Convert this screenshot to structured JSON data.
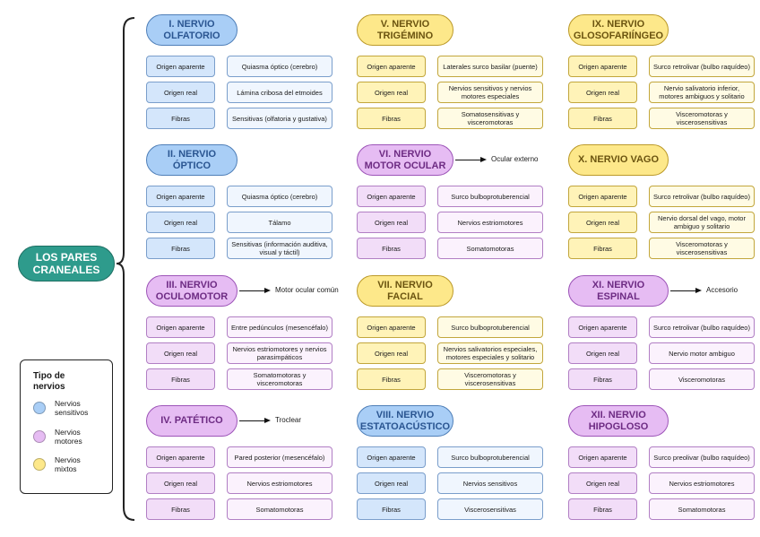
{
  "title": "LOS PARES\nCRANEALES",
  "legend": {
    "title": "Tipo de\nnervios",
    "items": [
      {
        "label": "Nervios\nsensitivos",
        "color": "#a9cef6"
      },
      {
        "label": "Nervios\nmotores",
        "color": "#e6bcf3"
      },
      {
        "label": "Nervios\nmixtos",
        "color": "#fde88a"
      }
    ]
  },
  "row_labels": {
    "origen_aparente": "Origen aparente",
    "origen_real": "Origen real",
    "fibras": "Fibras"
  },
  "nerves": [
    {
      "name": "I. NERVIO\nOLFATORIO",
      "type": "sensitivo",
      "side": "",
      "origen_aparente": "Quiasma óptico (cerebro)",
      "origen_real": "Lámina cribosa del etmoides",
      "fibras": "Sensitivas (olfatoria y gustativa)"
    },
    {
      "name": "II. NERVIO\nÓPTICO",
      "type": "sensitivo",
      "side": "",
      "origen_aparente": "Quiasma óptico (cerebro)",
      "origen_real": "Tálamo",
      "fibras": "Sensitivas (información auditiva, visual y táctil)"
    },
    {
      "name": "III. NERVIO\nOCULOMOTOR",
      "type": "motor",
      "side": "Motor ocular común",
      "origen_aparente": "Entre pedúnculos (mesencéfalo)",
      "origen_real": "Nervios estriomotores y nervios parasimpáticos",
      "fibras": "Somatomotoras y visceromotoras"
    },
    {
      "name": "IV. PATÉTICO",
      "type": "motor",
      "side": "Troclear",
      "origen_aparente": "Pared posterior (mesencéfalo)",
      "origen_real": "Nervios estriomotores",
      "fibras": "Somatomotoras"
    },
    {
      "name": "V. NERVIO\nTRIGÉMINO",
      "type": "mixto",
      "side": "",
      "origen_aparente": "Laterales surco basilar (puente)",
      "origen_real": "Nervios sensitivos y nervios motores especiales",
      "fibras": "Somatosensitivas y visceromotoras"
    },
    {
      "name": "VI. NERVIO\nMOTOR OCULAR",
      "type": "motor",
      "side": "Ocular externo",
      "origen_aparente": "Surco bulboprotuberencial",
      "origen_real": "Nervios estriomotores",
      "fibras": "Somatomotoras"
    },
    {
      "name": "VII. NERVIO\nFACIAL",
      "type": "mixto",
      "side": "",
      "origen_aparente": "Surco bulboprotuberencial",
      "origen_real": "Nervios salivatorios especiales, motores especiales y solitario",
      "fibras": "Visceromotoras y viscerosensitivas"
    },
    {
      "name": "VIII. NERVIO\nESTATOACÚSTICO",
      "type": "sensitivo",
      "side": "",
      "origen_aparente": "Surco bulboprotuberencial",
      "origen_real": "Nervios sensitivos",
      "fibras": "Viscerosensitivas"
    },
    {
      "name": "IX. NERVIO\nGLOSOFARIÍNGEO",
      "type": "mixto",
      "side": "",
      "origen_aparente": "Surco retrolivar (bulbo raquídeo)",
      "origen_real": "Nervio salivatorio inferior, motores ambiguos y solitario",
      "fibras": "Visceromotoras y viscerosensitivas"
    },
    {
      "name": "X. NERVIO VAGO",
      "type": "mixto",
      "side": "",
      "origen_aparente": "Surco retrolivar (bulbo raquídeo)",
      "origen_real": "Nervio dorsal del vago, motor ambiguo y solitario",
      "fibras": "Visceromotoras y viscerosensitivas"
    },
    {
      "name": "XI. NERVIO\nESPINAL",
      "type": "motor",
      "side": "Accesorio",
      "origen_aparente": "Surco retrolivar (bulbo raquídeo)",
      "origen_real": "Nervio motor ambiguo",
      "fibras": "Visceromotoras"
    },
    {
      "name": "XII. NERVIO\nHIPOGLOSO",
      "type": "motor",
      "side": "",
      "origen_aparente": "Surco preolivar (bulbo raquídeo)",
      "origen_real": "Nervios estriomotores",
      "fibras": "Somatomotoras"
    }
  ]
}
